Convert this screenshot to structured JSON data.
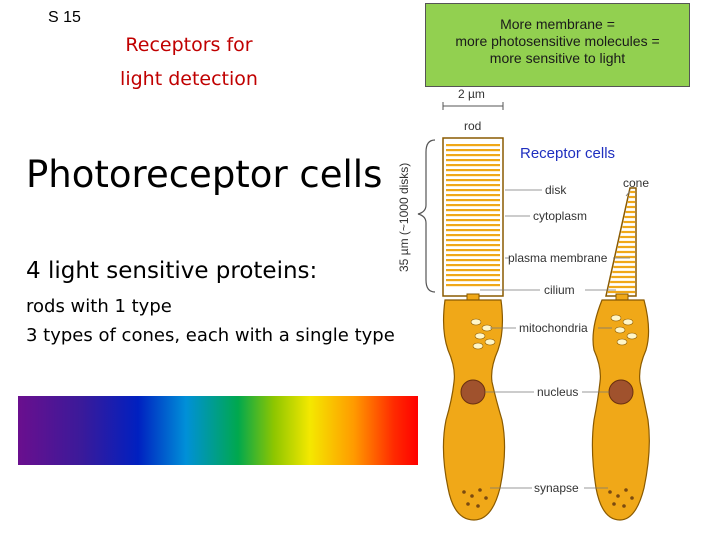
{
  "slide_number": "S 15",
  "subtitle": "Receptors for light detection",
  "callout": {
    "line1": "More membrane =",
    "line2": "more photosensitive molecules =",
    "line3": "more sensitive to light"
  },
  "main_title": "Photoreceptor cells",
  "proteins_heading": "4 light sensitive proteins:",
  "details": {
    "rods": "rods with 1 type",
    "cones": "3 types of cones, each with a single type"
  },
  "diagram": {
    "heading": "Receptor cells",
    "scale_bar": "2 µm",
    "length_label": "35 µm (~1000 disks)",
    "labels": {
      "rod": "rod",
      "cone": "cone",
      "disk": "disk",
      "cytoplasm": "cytoplasm",
      "plasma_membrane": "plasma membrane",
      "cilium": "cilium",
      "mitochondria": "mitochondria",
      "nucleus": "nucleus",
      "synapse": "synapse"
    }
  },
  "colors": {
    "subtitle": "#c00000",
    "callout_bg": "#92d050",
    "cell_fill": "#f0a818",
    "heading_blue": "#1f2fbf"
  }
}
